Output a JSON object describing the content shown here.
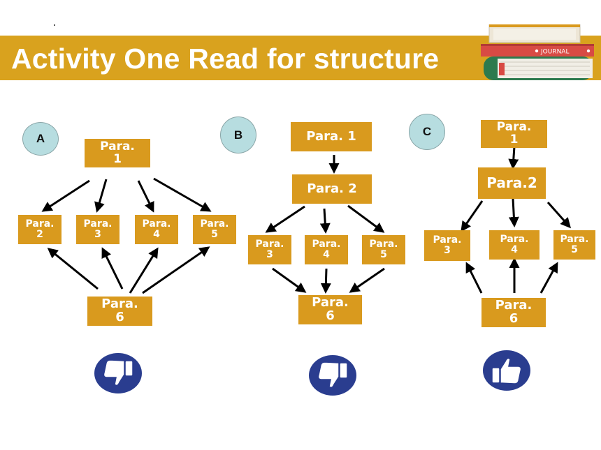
{
  "header": {
    "title": "Activity One  Read for structure"
  },
  "icons": {
    "books": "books-journal-icon",
    "journal_label": "JOURNAL"
  },
  "diagrams": [
    {
      "label": "A",
      "verdict": "thumbs-down",
      "nodes": {
        "p1": "Para.\n1",
        "p2": "Para.\n2",
        "p3": "Para.\n3",
        "p4": "Para.\n4",
        "p5": "Para.\n5",
        "p6": "Para.\n6"
      }
    },
    {
      "label": "B",
      "verdict": "thumbs-down",
      "nodes": {
        "p1": "Para. 1",
        "p2": "Para. 2",
        "p3": "Para.\n3",
        "p4": "Para.\n4",
        "p5": "Para.\n5",
        "p6": "Para.\n6"
      }
    },
    {
      "label": "C",
      "verdict": "thumbs-up",
      "nodes": {
        "p1": "Para.\n1",
        "p2": "Para.2",
        "p3": "Para.\n3",
        "p4": "Para.\n4",
        "p5": "Para.\n5",
        "p6": "Para.\n6"
      }
    }
  ],
  "colors": {
    "banner": "#D9A21E",
    "node": "#D99A1E",
    "circle": "#B7DDE0",
    "thumb": "#2A3D8F"
  }
}
